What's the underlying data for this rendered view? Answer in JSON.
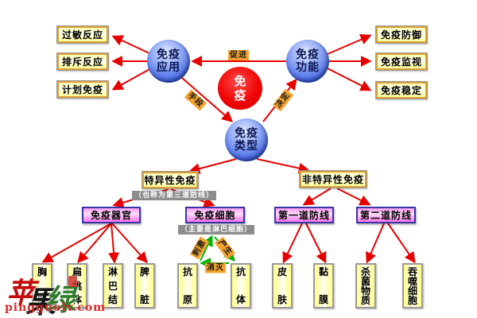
{
  "central": {
    "label": "免疫"
  },
  "nodes": {
    "application": {
      "line1": "免疫",
      "line2": "应用"
    },
    "function": {
      "line1": "免疫",
      "line2": "功能"
    },
    "type": {
      "line1": "免疫",
      "line2": "类型"
    }
  },
  "application_children": [
    "过敏反应",
    "排斥反应",
    "计划免疫"
  ],
  "function_children": [
    "免疫防御",
    "免疫监视",
    "免疫稳定"
  ],
  "type_branches": {
    "specific": {
      "label": "特异性免疫",
      "note": "（也称为第三道防线）"
    },
    "nonspecific": {
      "label": "非特异性免疫"
    }
  },
  "specific_branches": {
    "organs": {
      "label": "免疫器官",
      "items": [
        "胸腺",
        "扁桃体",
        "淋巴结",
        "脾脏"
      ]
    },
    "cells": {
      "label": "免疫细胞",
      "note": "（主要是淋巴细胞）",
      "items": [
        "抗原",
        "抗体"
      ]
    }
  },
  "nonspecific_branches": {
    "first_line": {
      "label": "第一道防线",
      "items": [
        "皮肤",
        "黏膜"
      ]
    },
    "second_line": {
      "label": "第二道防线",
      "items": [
        "杀菌物质",
        "吞噬细胞"
      ]
    }
  },
  "relations": [
    {
      "from": "免疫功能",
      "to": "免疫应用",
      "label": "促进"
    },
    {
      "from": "免疫应用",
      "to": "免疫类型",
      "label": "手段"
    },
    {
      "from": "免疫类型",
      "to": "免疫功能",
      "label": "决定"
    },
    {
      "from": "抗原",
      "to": "免疫细胞",
      "label": "刺激"
    },
    {
      "from": "免疫细胞",
      "to": "抗体",
      "label": "产生"
    },
    {
      "from": "抗体",
      "to": "抗原",
      "label": "消灭"
    }
  ],
  "watermark": {
    "char1": "苹",
    "char2": "果",
    "char3": "绿",
    "site": "pingguolv.com"
  },
  "colors": {
    "arrow_red": "#e60000",
    "arrow_green": "#00b400",
    "label_orange": "#f5a32e",
    "yellow_box_border": "#d89e3c",
    "pink_box_border": "#3636a8",
    "note_gray": "#8c8c8c",
    "center_red": "#f00505",
    "node_blue": "#3a5fe0"
  }
}
